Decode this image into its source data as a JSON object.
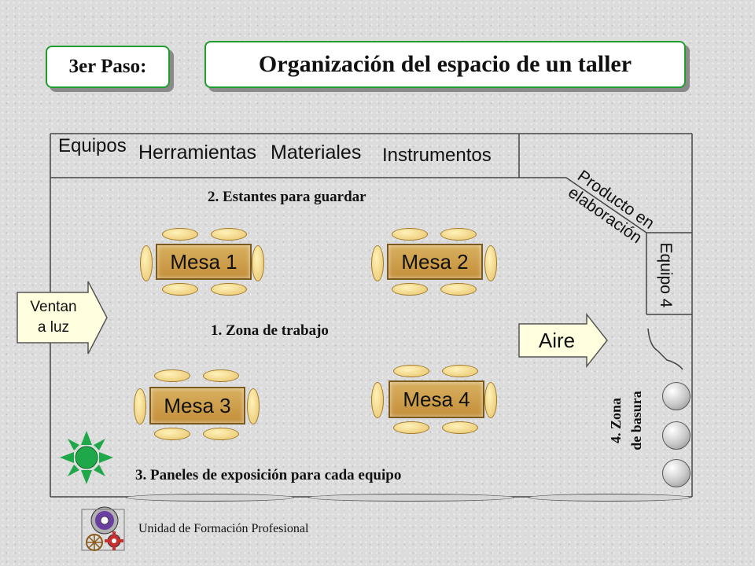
{
  "header": {
    "step": "3er Paso:",
    "title": "Organización del espacio de un taller"
  },
  "shelves": {
    "equipos": "Equipos",
    "herramientas": "Herramientas",
    "materiales": "Materiales",
    "instrumentos": "Instrumentos",
    "producto_line1": "Producto en",
    "producto_line2": "elaboración"
  },
  "zones": {
    "shelves_zone": "2. Estantes para guardar",
    "work_zone": "1. Zona de trabajo",
    "panels_zone": "3. Paneles de exposición para cada equipo",
    "trash_line1": "4. Zona",
    "trash_line2": "de basura"
  },
  "tables": {
    "mesa1": "Mesa 1",
    "mesa2": "Mesa 2",
    "mesa3": "Mesa 3",
    "mesa4": "Mesa 4"
  },
  "side": {
    "equipo4": "Equipo 4",
    "window_line1": "Ventan",
    "window_line2": "a luz",
    "air": "Aire"
  },
  "footer": {
    "org": "Unidad de Formación Profesional"
  },
  "colors": {
    "badge_border": "#1e9e2e",
    "table_fill": "#c48f3a",
    "chair_fill": "#e8c26a",
    "sun": "#1fa84a"
  }
}
